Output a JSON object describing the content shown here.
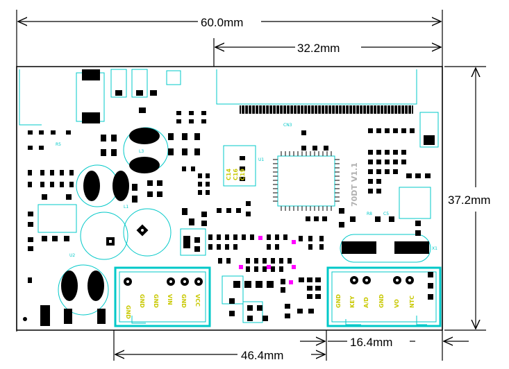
{
  "dimensions": {
    "total_width": "60.0mm",
    "right_width": "32.2mm",
    "height": "37.2mm",
    "bottom_left": "46.4mm",
    "bottom_right": "16.4mm"
  },
  "board": {
    "version": "70DT V1.1",
    "refs": [
      "L3",
      "U2",
      "CN3",
      "U1",
      "L1",
      "X1",
      "C5",
      "R8",
      "R5"
    ],
    "connector_left_pins": [
      "GND",
      "GND",
      "GND",
      "VIN",
      "GND",
      "VCC"
    ],
    "connector_right_pins": [
      "GND",
      "KEY",
      "A/D",
      "GND",
      "VO",
      "NTC"
    ],
    "ic_labels": [
      "C14",
      "C16",
      "C19"
    ]
  },
  "colors": {
    "silkscreen": "#00c8c8",
    "pads": "#000000",
    "highlight": "#ff00ff",
    "pin_label": "#c8c800",
    "dimension": "#000000"
  }
}
